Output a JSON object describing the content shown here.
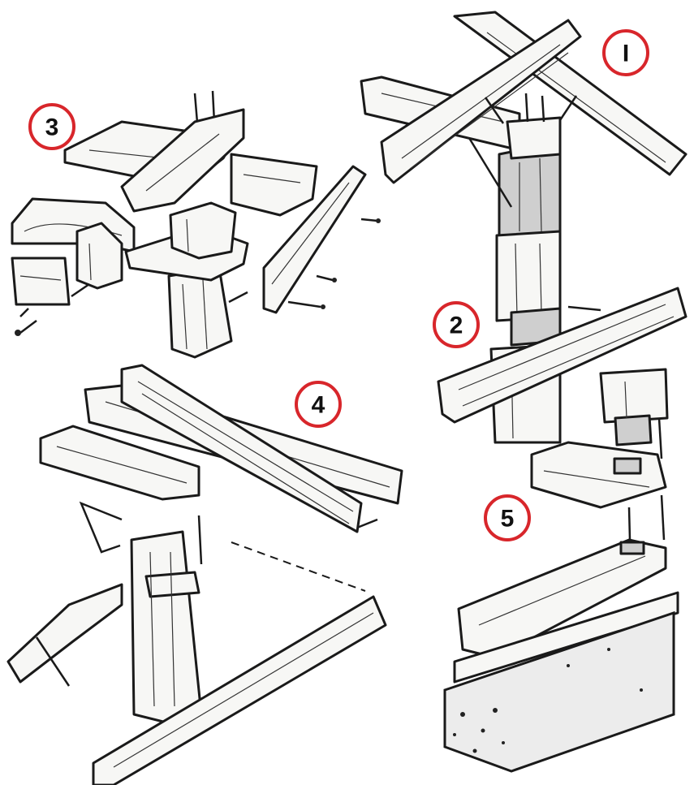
{
  "figure": {
    "badges": [
      {
        "id": "detail-1",
        "label": "I"
      },
      {
        "id": "detail-2",
        "label": "2"
      },
      {
        "id": "detail-3",
        "label": "3"
      },
      {
        "id": "detail-4",
        "label": "4"
      },
      {
        "id": "detail-5",
        "label": "5"
      }
    ],
    "colors": {
      "badge_ring": "#d8262b",
      "ink": "#1a1a1a",
      "wood": "#f7f7f5",
      "shade": "#cfcfcf",
      "background": "#ffffff"
    }
  }
}
